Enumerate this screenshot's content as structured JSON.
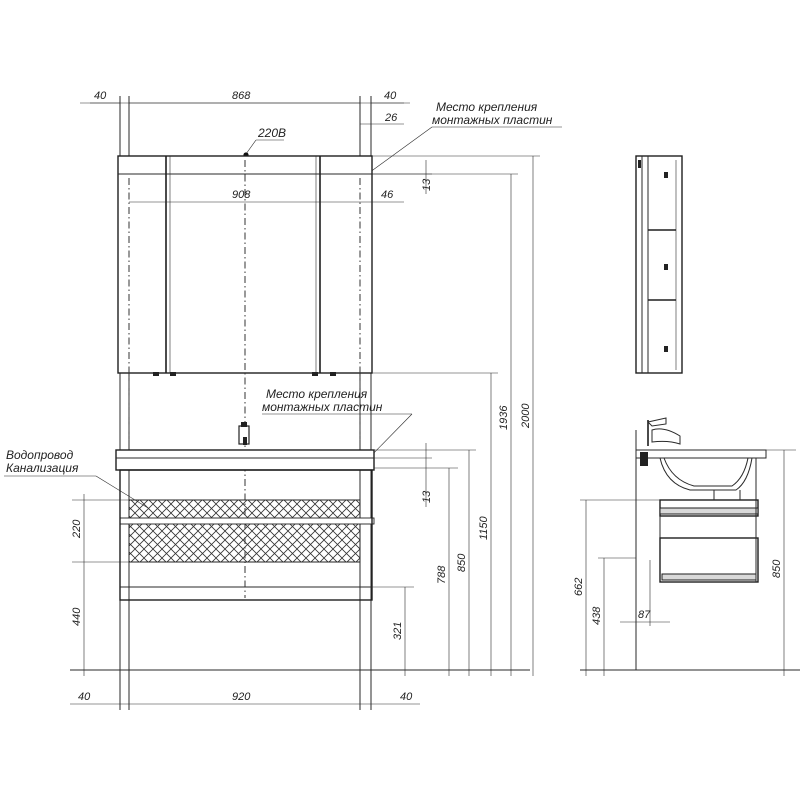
{
  "front_view": {
    "top_dims": {
      "left": "40",
      "middle": "868",
      "right": "40"
    },
    "side_dim": "26",
    "socket_label": "220В",
    "mirror_inner_width": "908",
    "mirror_right_offset": "46",
    "mirror_top_gap": "13",
    "basin_top_gap": "13",
    "mount_note_top": {
      "line1": "Место крепления",
      "line2": "монтажных пластин"
    },
    "mount_note_mid": {
      "line1": "Место крепления",
      "line2": "монтажных пластин"
    },
    "pipes_note": {
      "line1": "Водопровод",
      "line2": "Канализация"
    },
    "left_dims": {
      "upper": "220",
      "lower": "440"
    },
    "vertical_dims": {
      "d321": "321",
      "d788": "788",
      "d850": "850",
      "d1150": "1150",
      "d1936": "1936",
      "d2000": "2000"
    },
    "bottom_dims": {
      "left": "40",
      "middle": "920",
      "right": "40"
    }
  },
  "side_view": {
    "dims": {
      "d662": "662",
      "d438": "438",
      "d87": "87",
      "d850": "850"
    }
  }
}
